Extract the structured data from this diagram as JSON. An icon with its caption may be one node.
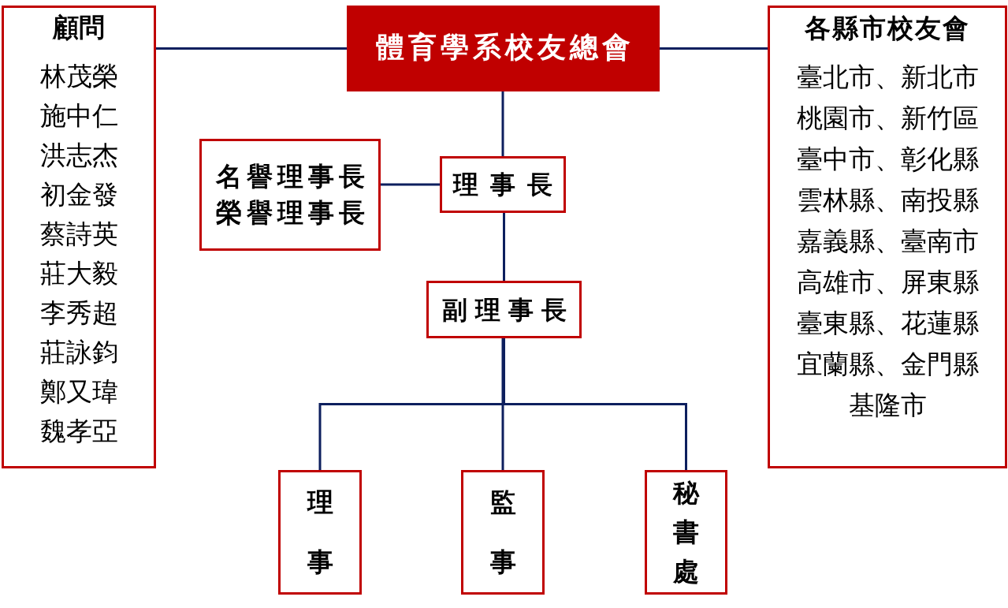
{
  "diagram": {
    "nodes": [
      {
        "text": [
          "體育學系校友總會"
        ]
      },
      {
        "text": [
          "顧問",
          "林茂榮",
          "施中仁",
          "洪志杰",
          "初金發",
          "蔡詩英",
          "莊大毅",
          "李秀超",
          "莊詠鈞",
          "鄭又瑋",
          "魏孝亞"
        ]
      },
      {
        "text": [
          "各縣市校友會",
          "臺北市、新北市",
          "桃園市、新竹區",
          "臺中市、彰化縣",
          "雲林縣、南投縣",
          "嘉義縣、臺南市",
          "高雄市、屏東縣",
          "臺東縣、花蓮縣",
          "宜蘭縣、金門縣",
          "基隆市"
        ]
      },
      {
        "text": [
          "名譽理事長",
          "榮譽理事長"
        ]
      },
      {
        "text": [
          "理事長"
        ]
      },
      {
        "text": [
          "副理事長"
        ]
      },
      {
        "text": [
          "理事"
        ]
      },
      {
        "text": [
          "監事"
        ]
      },
      {
        "text": [
          "秘書處"
        ]
      }
    ],
    "edges": [
      {
        "from": 0,
        "to": 1,
        "arrow": "none"
      },
      {
        "from": 0,
        "to": 2,
        "arrow": "none"
      },
      {
        "from": 0,
        "to": 4,
        "arrow": "none"
      },
      {
        "from": 4,
        "to": 3,
        "arrow": "none"
      },
      {
        "from": 4,
        "to": 5,
        "arrow": "none"
      },
      {
        "from": 5,
        "to": 6,
        "arrow": "none"
      },
      {
        "from": 5,
        "to": 7,
        "arrow": "none"
      },
      {
        "from": 5,
        "to": 8,
        "arrow": "none"
      }
    ]
  }
}
